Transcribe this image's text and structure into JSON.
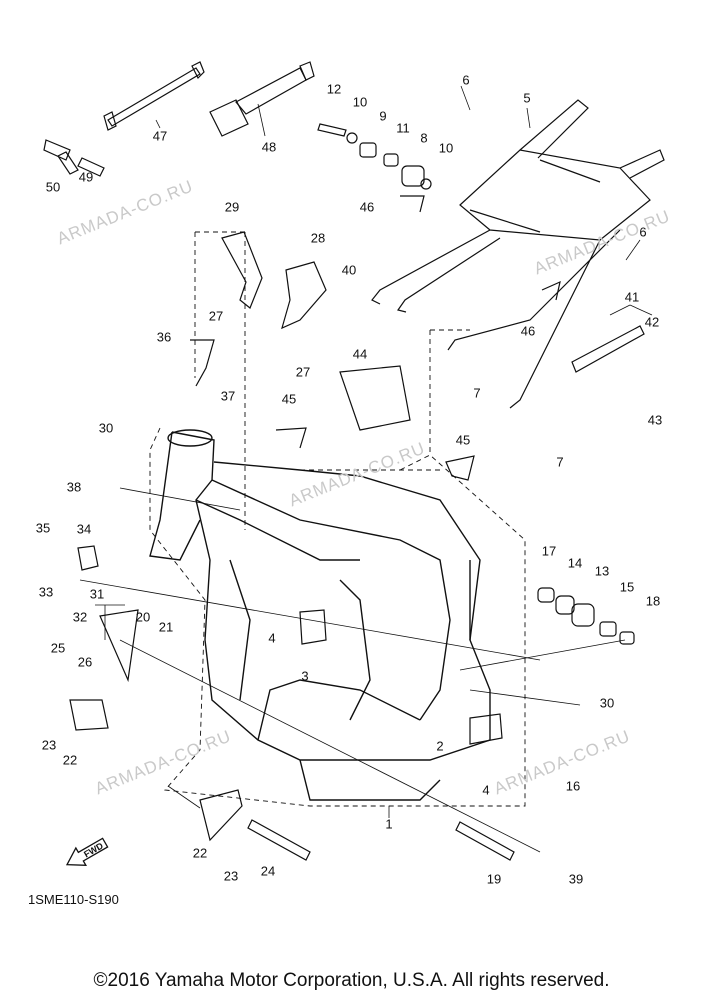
{
  "diagram": {
    "callouts": [
      "1",
      "2",
      "3",
      "4",
      "4",
      "5",
      "6",
      "6",
      "7",
      "7",
      "8",
      "9",
      "10",
      "10",
      "11",
      "12",
      "13",
      "14",
      "15",
      "16",
      "17",
      "18",
      "19",
      "20",
      "21",
      "22",
      "22",
      "23",
      "23",
      "24",
      "25",
      "26",
      "27",
      "27",
      "28",
      "29",
      "30",
      "30",
      "31",
      "32",
      "33",
      "34",
      "35",
      "36",
      "37",
      "38",
      "39",
      "40",
      "41",
      "42",
      "43",
      "44",
      "45",
      "45",
      "46",
      "46",
      "47",
      "48",
      "49",
      "50"
    ],
    "watermark": "ARMADA-CO.RU",
    "forward_label": "FWD",
    "diagram_code": "1SME110-S190"
  },
  "footer": {
    "copyright": "©2016 Yamaha Motor Corporation, U.S.A. All rights reserved."
  }
}
